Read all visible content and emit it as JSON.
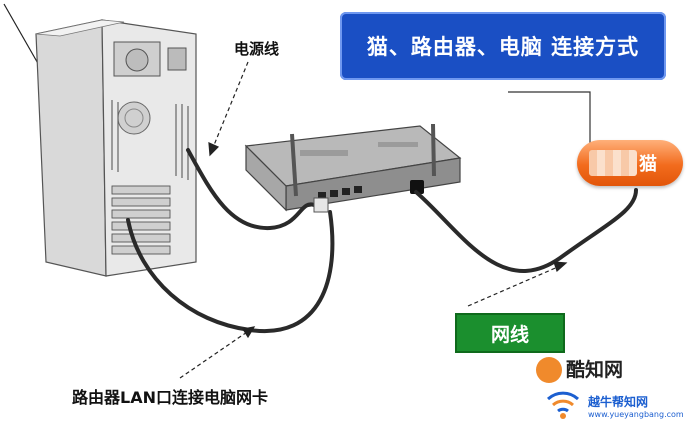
{
  "title": "猫、路由器、电脑 连接方式",
  "labels": {
    "power_cable": "电源线",
    "lan_to_pc": "路由器LAN口连接电脑网卡",
    "modem": "猫",
    "ethernet_cable": "网线"
  },
  "watermark": {
    "brand_1": "酷知网",
    "brand_2": "越牛帮知网",
    "url": "www.yueyangbang.com"
  },
  "colors": {
    "banner": "#1a4fc4",
    "modem_badge": "#f26b1d",
    "ethernet_badge": "#1b8f2e",
    "cable": "#2a2a2a"
  },
  "icons": [
    "computer-tower",
    "router",
    "modem",
    "wifi-icon"
  ]
}
